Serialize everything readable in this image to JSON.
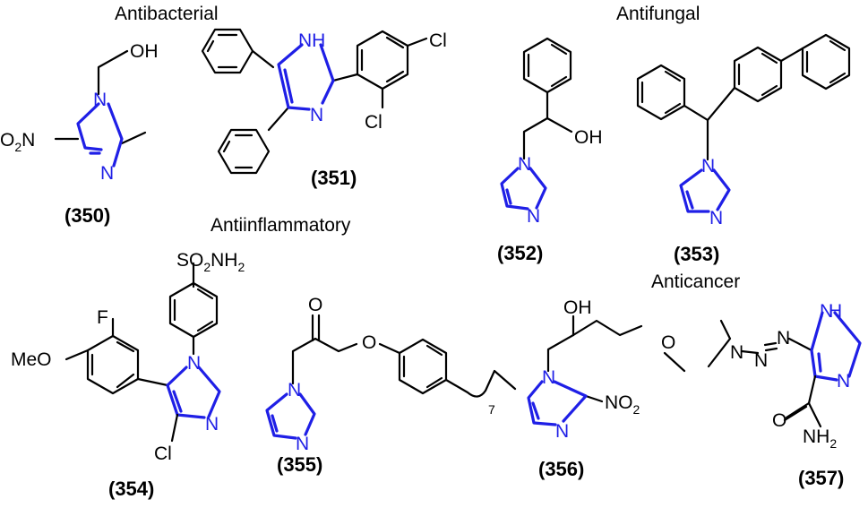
{
  "categories": {
    "antibacterial": "Antibacterial",
    "antifungal": "Antifungal",
    "antiinflammatory": "Antiinflammatory",
    "anticancer": "Anticancer"
  },
  "compounds": {
    "c350": "(350)",
    "c351": "(351)",
    "c352": "(352)",
    "c353": "(353)",
    "c354": "(354)",
    "c355": "(355)",
    "c356": "(356)",
    "c357": "(357)"
  },
  "atoms": {
    "N": "N",
    "NH": "NH",
    "H": "H",
    "OH": "OH",
    "O": "O",
    "O2N_main": "O",
    "O2N_sub": "2",
    "O2N_N": "N",
    "Cl": "Cl",
    "F": "F",
    "MeO": "MeO",
    "SO2NH2_a": "SO",
    "SO2NH2_b": "2",
    "SO2NH2_c": "NH",
    "SO2NH2_d": "2",
    "NO2_a": "NO",
    "NO2_b": "2",
    "NH2_a": "NH",
    "NH2_b": "2",
    "chain_repeat": "7"
  },
  "colors": {
    "imidazole": "#1f1fe6",
    "bonds": "#000000"
  }
}
